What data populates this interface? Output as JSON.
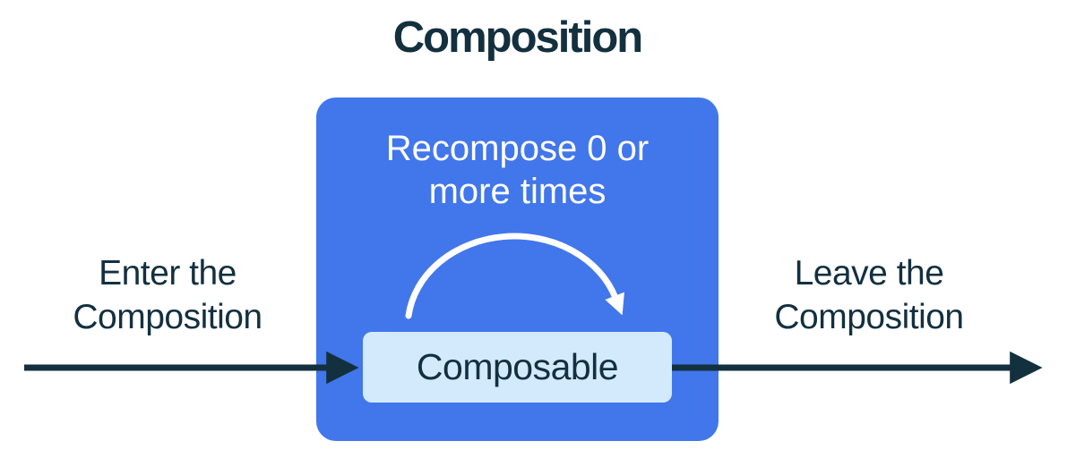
{
  "diagram": {
    "title": "Composition",
    "recompose_label": "Recompose 0 or\nmore times",
    "composable_label": "Composable",
    "enter_label": "Enter the\nComposition",
    "leave_label": "Leave the\nComposition"
  },
  "icons": {
    "enter_arrow": "right-arrow",
    "leave_arrow": "right-arrow",
    "recompose_loop": "clockwise-arc-arrow"
  },
  "colors": {
    "background": "#ffffff",
    "box_blue": "#4276eb",
    "composable_bg": "#d3eafc",
    "dark_navy": "#13303f",
    "white": "#ffffff"
  }
}
